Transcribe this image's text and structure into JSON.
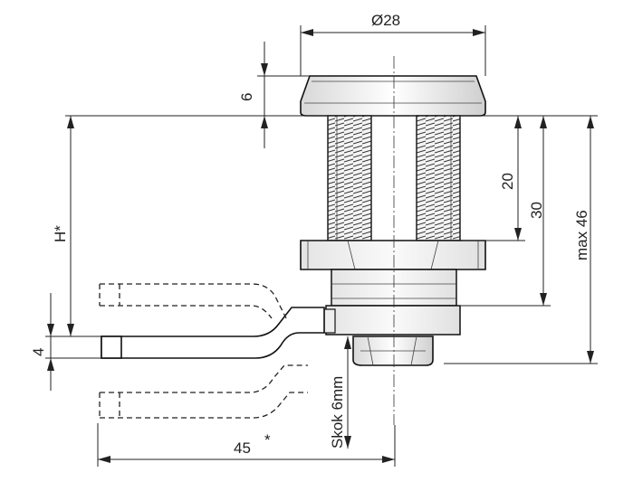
{
  "dimensions": {
    "diameter": "Ø28",
    "head_height": "6",
    "h_star": "H*",
    "thread_20": "20",
    "thread_30": "30",
    "max_46": "max 46",
    "cam_4": "4",
    "stroke": "Skok 6mm",
    "length_45": "45",
    "asterisk": "*"
  }
}
